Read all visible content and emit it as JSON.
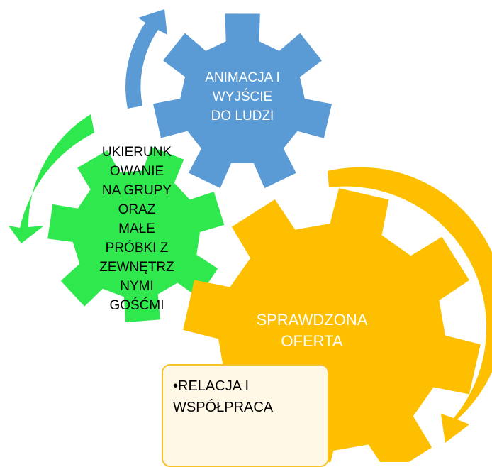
{
  "colors": {
    "blue": "#5b9bd5",
    "green": "#2ee84d",
    "yellow": "#fdbf00",
    "callout_border": "#f7c227",
    "callout_fill": "#fff8e6"
  },
  "gears": {
    "blue": {
      "lines": [
        "ANIMACJA I",
        "WYJŚCIE",
        "DO LUDZI"
      ]
    },
    "green": {
      "lines": [
        "UKIERUNK",
        "OWANIE",
        "NA GRUPY",
        "ORAZ",
        "MAŁE",
        "PRÓBKI Z",
        "ZEWNĘTRZ",
        "NYMI",
        "GOŚĆMI"
      ]
    },
    "yellow": {
      "lines": [
        "SPRAWDZONA",
        "OFERTA"
      ]
    }
  },
  "callout": {
    "lines": [
      "•RELACJA I",
      "WSPÓŁPRACA"
    ]
  }
}
